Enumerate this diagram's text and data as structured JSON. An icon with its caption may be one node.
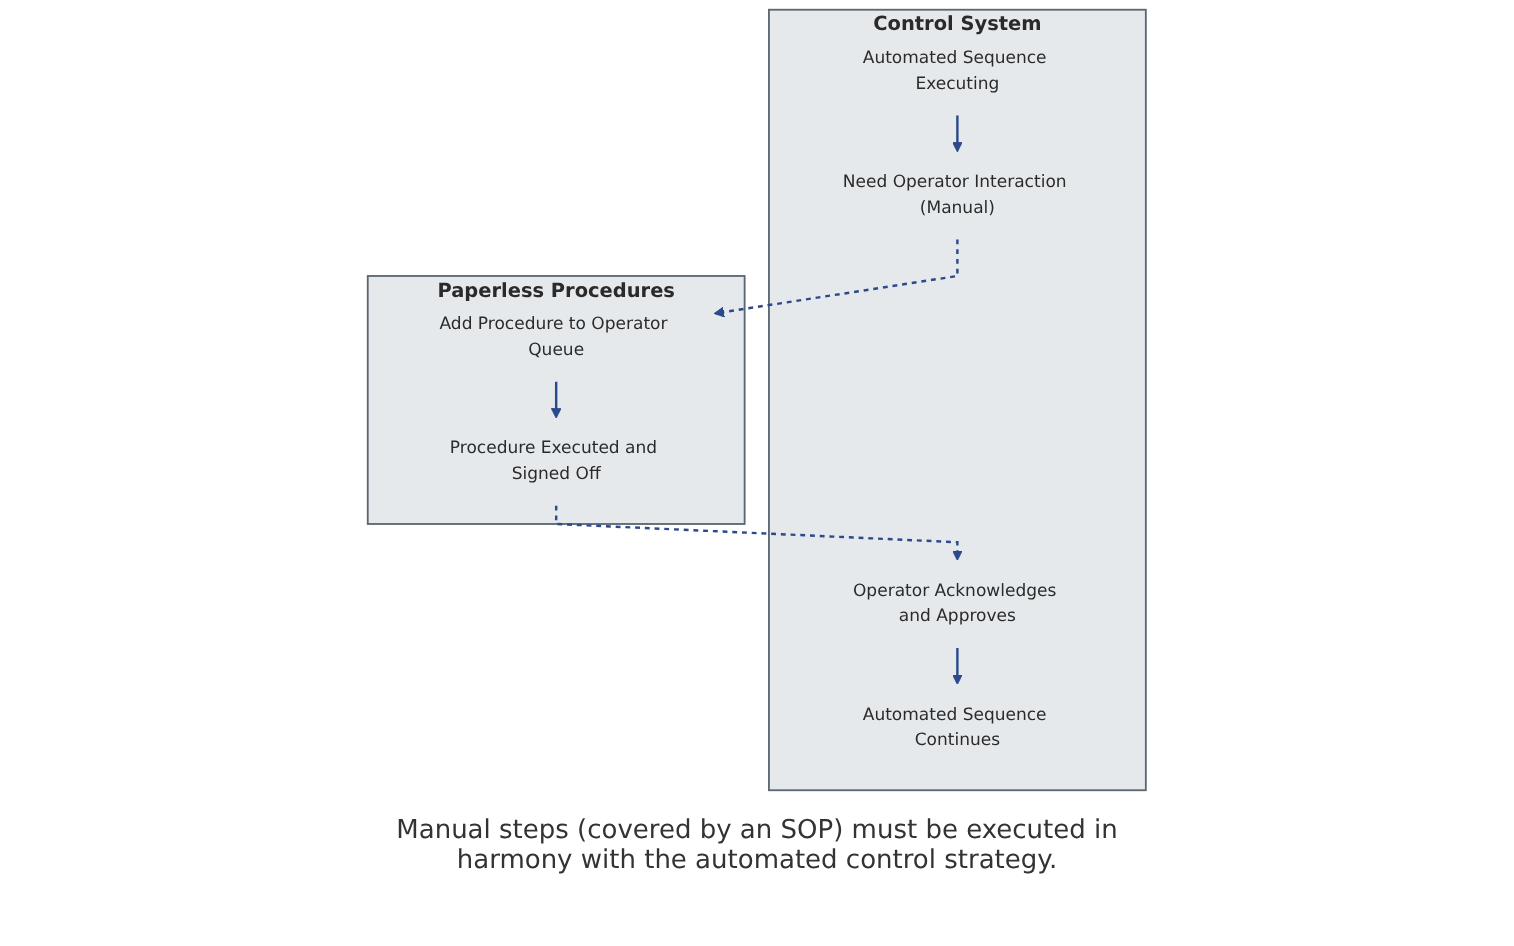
{
  "diagram": {
    "caption": "Manual steps (covered by an SOP) must be executed in harmony with the automated control strategy.",
    "nodes": [
      {
        "text": [
          "Control System"
        ]
      },
      {
        "text": [
          "Automated Sequence Executing"
        ],
        "in": 0
      },
      {
        "text": [
          "Need Operator Interaction (Manual)"
        ],
        "in": 0
      },
      {
        "text": [
          "Operator Acknowledges and Approves"
        ],
        "in": 0
      },
      {
        "text": [
          "Automated Sequence Continues"
        ],
        "in": 0
      },
      {
        "text": [
          "Paperless Procedures"
        ]
      },
      {
        "text": [
          "Add Procedure to Operator Queue"
        ],
        "in": 5
      },
      {
        "text": [
          "Procedure Executed and Signed Off"
        ],
        "in": 5
      }
    ],
    "edges": [
      {
        "from": 1,
        "to": 2,
        "arrow": "to"
      },
      {
        "from": 2,
        "to": 6,
        "arrow": "to",
        "style": "dashed"
      },
      {
        "from": 6,
        "to": 7,
        "arrow": "to"
      },
      {
        "from": 7,
        "to": 3,
        "arrow": "to",
        "style": "dashed"
      },
      {
        "from": 3,
        "to": 4,
        "arrow": "to"
      }
    ]
  }
}
